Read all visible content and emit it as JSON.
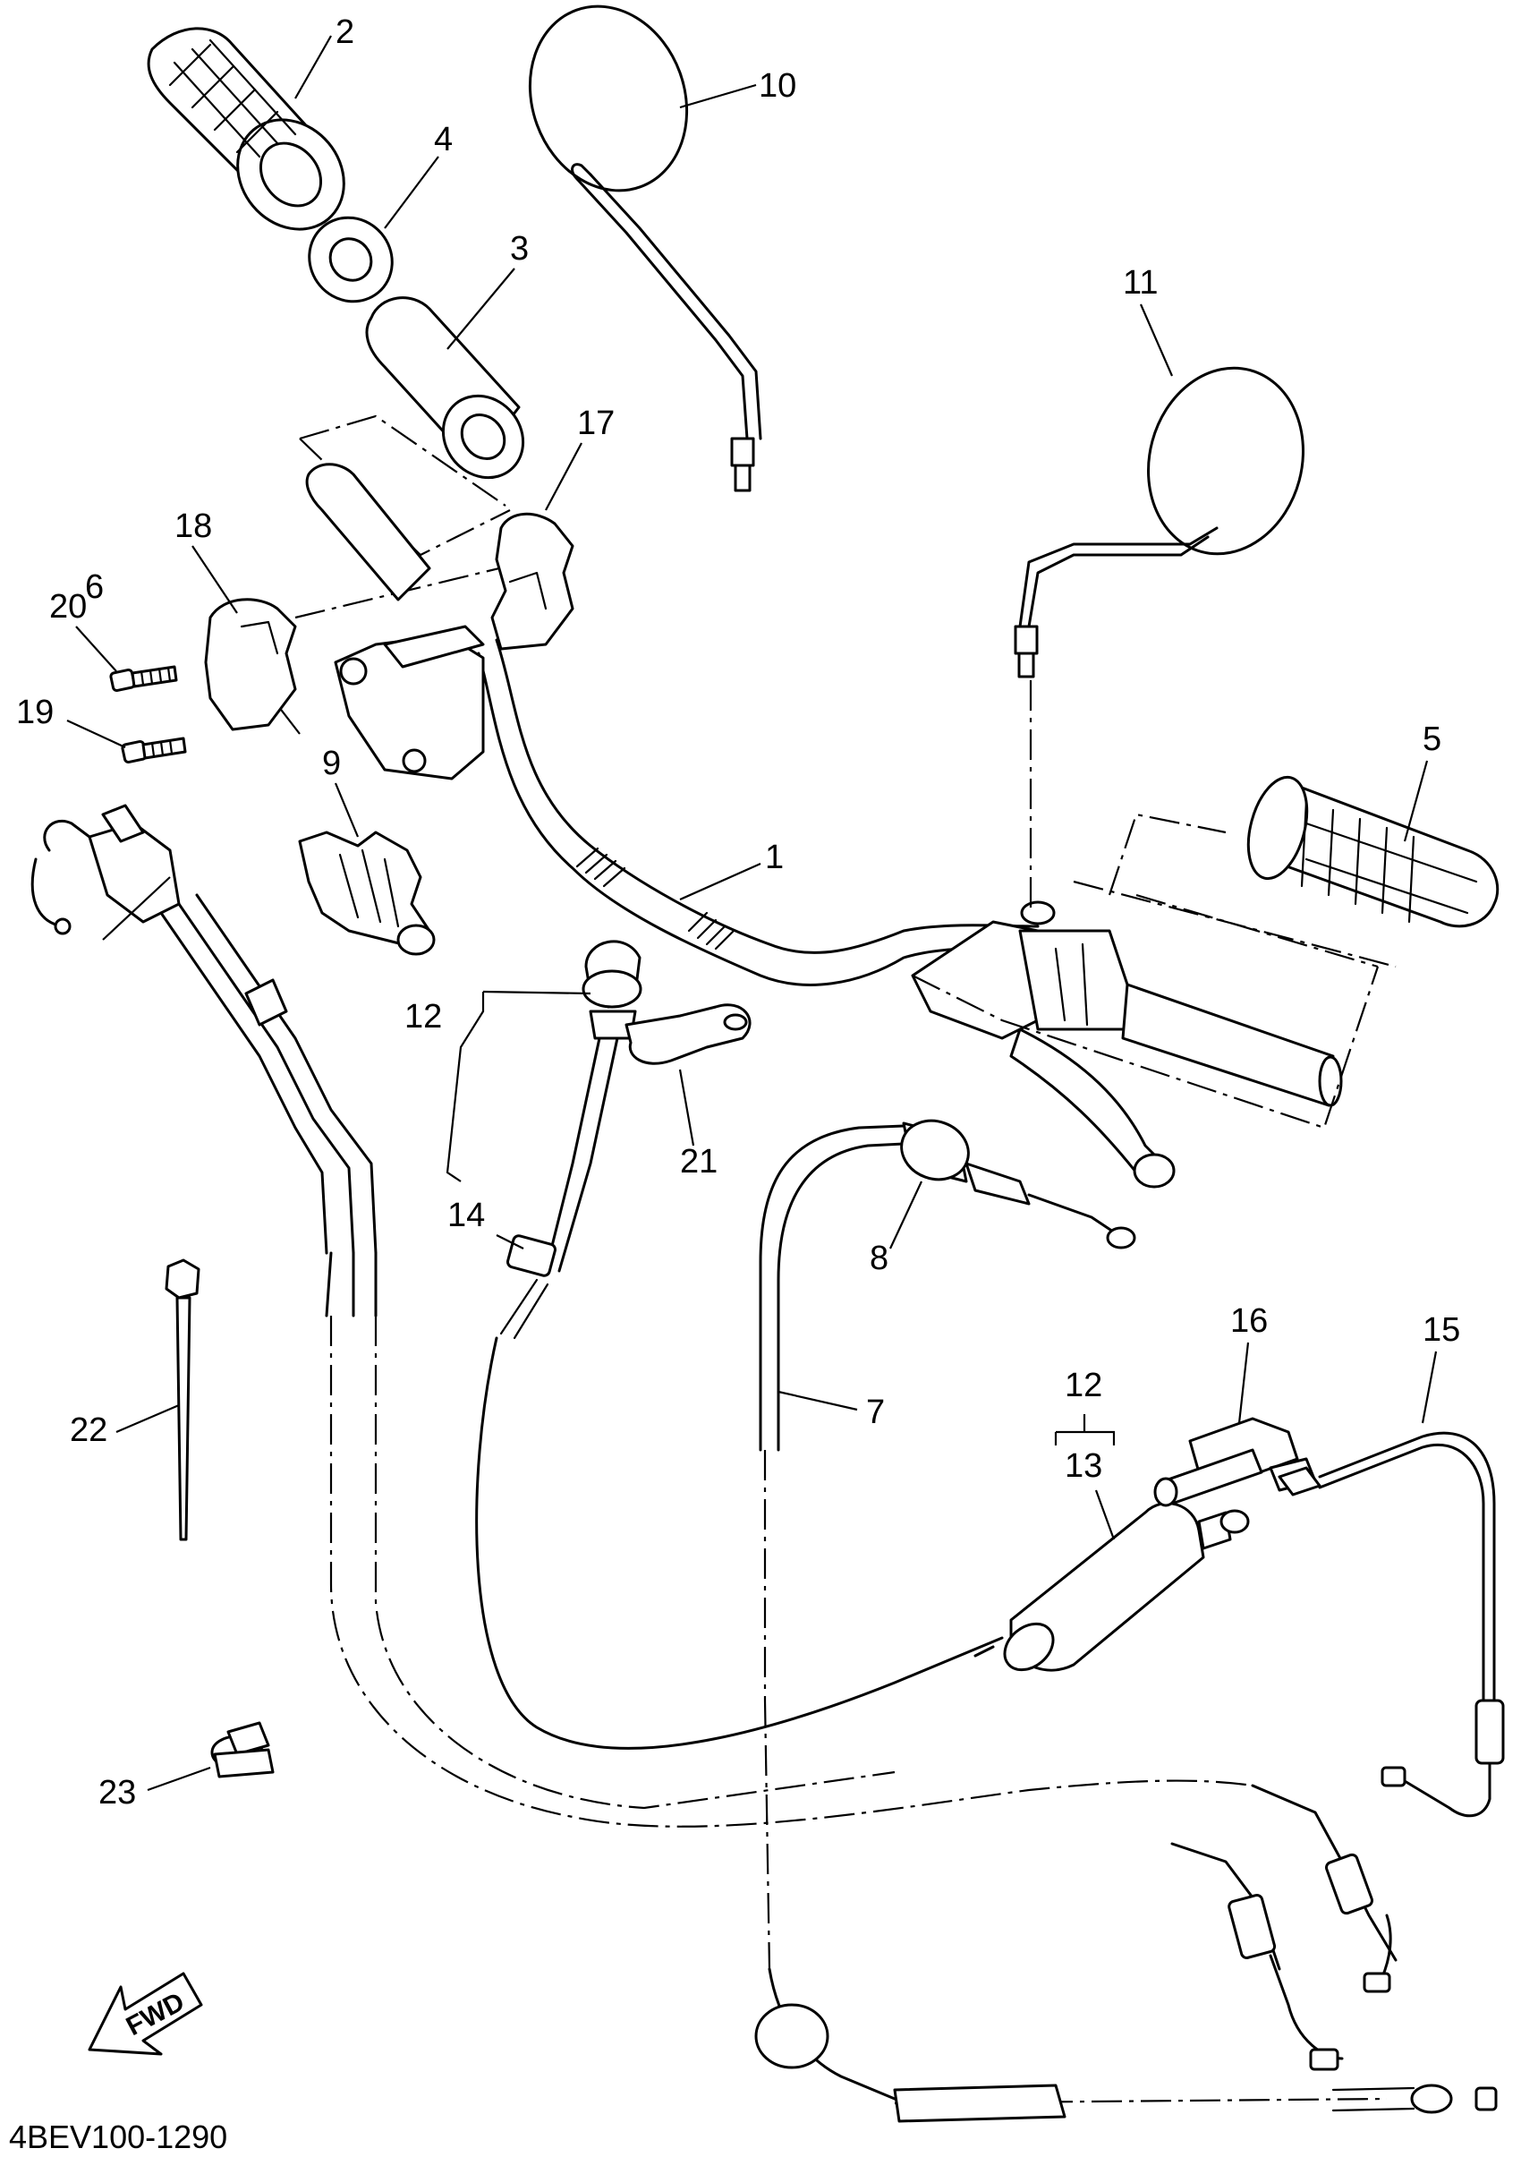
{
  "diagram": {
    "part_code": "4BEV100-1290",
    "direction_label": "FWD",
    "callouts": [
      "1",
      "2",
      "3",
      "4",
      "5",
      "6",
      "7",
      "8",
      "9",
      "10",
      "11",
      "12",
      "13",
      "14",
      "15",
      "16",
      "17",
      "18",
      "19",
      "20",
      "21",
      "22",
      "23"
    ],
    "group_callouts": {
      "left_bracket_top": "12",
      "left_bracket_bottom": "14",
      "right_bracket_top": "12",
      "right_bracket_bottom": "13"
    }
  }
}
